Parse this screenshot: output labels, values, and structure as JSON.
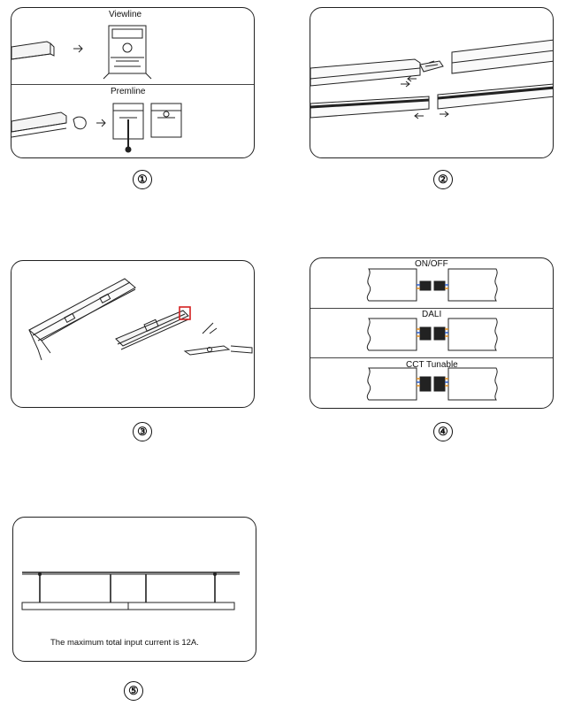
{
  "panel1": {
    "label_top": "Viewline",
    "label_bottom": "Premline",
    "step": "①"
  },
  "panel2": {
    "step": "②"
  },
  "panel3": {
    "step": "③"
  },
  "panel4": {
    "labels": [
      "ON/OFF",
      "DALI",
      "CCT Tunable"
    ],
    "step": "④"
  },
  "panel5": {
    "note": "The maximum total input current is 12A.",
    "step": "⑤"
  },
  "colors": {
    "accent_red": "#d42020",
    "wire_orange": "#e08a1e",
    "wire_blue": "#2a5fd0",
    "line": "#222222"
  }
}
